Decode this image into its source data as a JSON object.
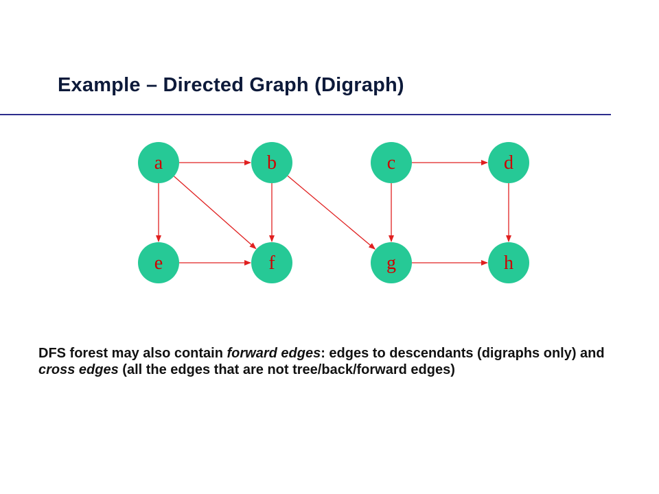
{
  "slide": {
    "title": "Example – Directed Graph (Digraph)"
  },
  "graph": {
    "node_fill": "#26c996",
    "label_color": "#d00000",
    "edge_color": "#e02020",
    "nodes": [
      {
        "id": "a",
        "label": "a"
      },
      {
        "id": "b",
        "label": "b"
      },
      {
        "id": "c",
        "label": "c"
      },
      {
        "id": "d",
        "label": "d"
      },
      {
        "id": "e",
        "label": "e"
      },
      {
        "id": "f",
        "label": "f"
      },
      {
        "id": "g",
        "label": "g"
      },
      {
        "id": "h",
        "label": "h"
      }
    ],
    "edges": [
      {
        "from": "a",
        "to": "b"
      },
      {
        "from": "a",
        "to": "e"
      },
      {
        "from": "a",
        "to": "f"
      },
      {
        "from": "b",
        "to": "f"
      },
      {
        "from": "b",
        "to": "g"
      },
      {
        "from": "c",
        "to": "d"
      },
      {
        "from": "c",
        "to": "g"
      },
      {
        "from": "d",
        "to": "h"
      },
      {
        "from": "e",
        "to": "f"
      },
      {
        "from": "g",
        "to": "h"
      }
    ]
  },
  "caption": {
    "part1": "DFS forest may also contain ",
    "em1": "forward edges",
    "part2": ": edges to descendants (digraphs only) and ",
    "em2": "cross edges",
    "part3": " (all the edges that are not tree/back/forward edges)"
  }
}
